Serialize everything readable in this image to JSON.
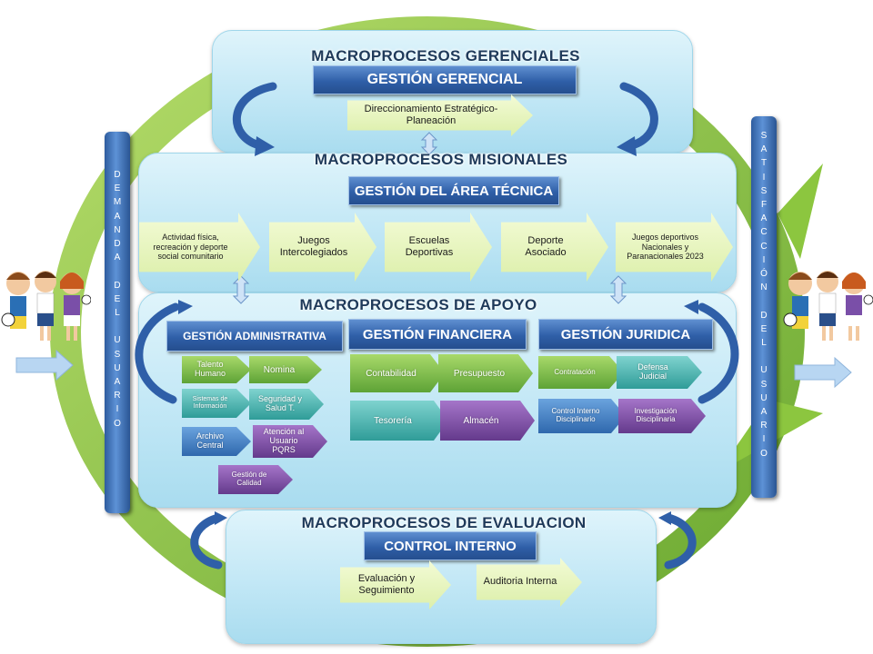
{
  "colors": {
    "panel": "#bfe6f5",
    "bar_blue": "#2f5fa8",
    "ring_green": "#8cc63f",
    "light_arrow": "#dcefaa"
  },
  "gerenciales": {
    "title": "MACROPROCESOS GERENCIALES",
    "bar": "GESTIÓN GERENCIAL",
    "item": "Direccionamiento Estratégico-Planeación"
  },
  "misionales": {
    "title": "MACROPROCESOS MISIONALES",
    "bar": "GESTIÓN DEL ÁREA TÉCNICA",
    "items": [
      "Actividad física, recreación y deporte social comunitario",
      "Juegos Intercolegiados",
      "Escuelas Deportivas",
      "Deporte Asociado",
      "Juegos deportivos Nacionales y Paranacionales 2023"
    ]
  },
  "apoyo": {
    "title": "MACROPROCESOS DE APOYO",
    "administrativa": {
      "bar": "GESTIÓN ADMINISTRATIVA",
      "items": [
        "Talento Humano",
        "Nomina",
        "Sistemas de Información",
        "Seguridad y Salud T.",
        "Archivo Central",
        "Atención al Usuario PQRS",
        "Gestión de Calidad"
      ]
    },
    "financiera": {
      "bar": "GESTIÓN FINANCIERA",
      "items": [
        "Contabilidad",
        "Presupuesto",
        "Tesorería",
        "Almacén"
      ]
    },
    "juridica": {
      "bar": "GESTIÓN JURIDICA",
      "items": [
        "Contratación",
        "Defensa Judicial",
        "Control Interno Disciplinario",
        "Investigación Disciplinaria"
      ]
    }
  },
  "evaluacion": {
    "title": "MACROPROCESOS DE EVALUACION",
    "bar": "CONTROL INTERNO",
    "items": [
      "Evaluación y Seguimiento",
      "Auditoria Interna"
    ]
  },
  "left_bar": {
    "letters": [
      "D",
      "E",
      "M",
      "A",
      "N",
      "D",
      "A",
      "",
      "D",
      "E",
      "L",
      "",
      "U",
      "S",
      "U",
      "A",
      "R",
      "I",
      "O"
    ]
  },
  "right_bar": {
    "letters": [
      "S",
      "A",
      "T",
      "I",
      "S",
      "F",
      "A",
      "C",
      "C",
      "I",
      "Ó",
      "N",
      "",
      "D",
      "E",
      "L",
      "",
      "U",
      "S",
      "U",
      "A",
      "R",
      "I",
      "O"
    ]
  }
}
